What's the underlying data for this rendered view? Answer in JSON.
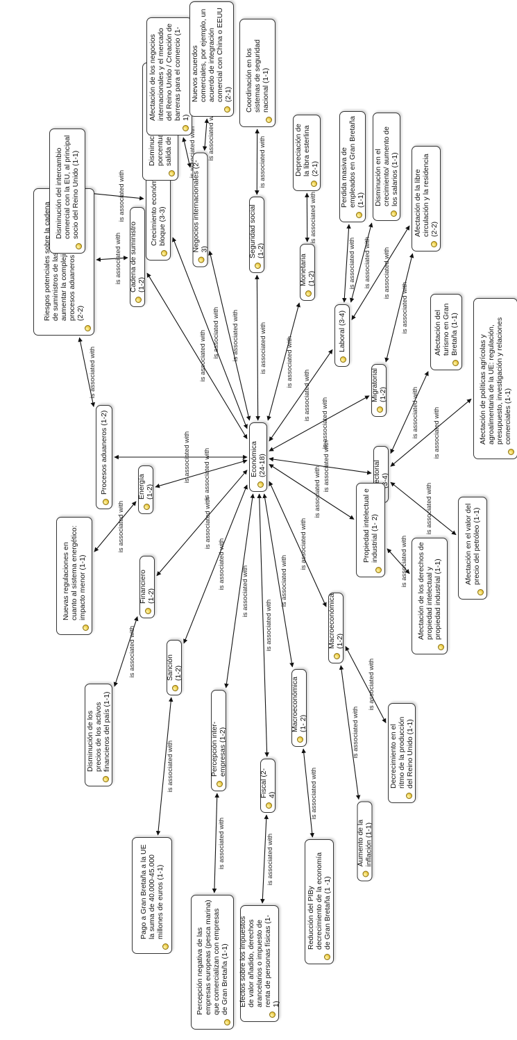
{
  "edge_label": "is associated with",
  "center": {
    "id": "eco",
    "label": "Económica (24-18)"
  },
  "nodes": [
    {
      "id": "proc",
      "label": "Procesos aduaneros (1-2)"
    },
    {
      "id": "ries",
      "label": "Riesgos potenciales sobre la cadena de suministros de las empresas al aumentar la complejidad de los procesos aduaneros y otros aspectos (2-2)"
    },
    {
      "id": "cad",
      "label": "Cadena de suministro (1-2)"
    },
    {
      "id": "crec",
      "label": "Crecimiento económico en bloque (3-3)"
    },
    {
      "id": "dint",
      "label": "Disminución del intercambio comercial con la EU, al principal socio del Reino Unido (1-1)"
    },
    {
      "id": "dcre",
      "label": "Disminución del crecimiento porcentual de la UE con la salida de Gran Bretaña (1-1)"
    },
    {
      "id": "neg",
      "label": "Negocios internacionales (2-3)"
    },
    {
      "id": "afneg",
      "label": "Afectación de los negocios internacionales y el mercado del Reino Unido / Creación de barreras para el comercio (1-1)"
    },
    {
      "id": "nuev",
      "label": "Nuevos acuerdos comerciales, por ejemplo, un acuerdo de integración comercial con China o EEUU (2-1)"
    },
    {
      "id": "seg",
      "label": "Seguridad social (1-2)"
    },
    {
      "id": "coord",
      "label": "Coordinación en los sistemas de seguridad nacional (1-1)"
    },
    {
      "id": "mon",
      "label": "Monetaria (1-2)"
    },
    {
      "id": "dep",
      "label": "Depreciación de la libra esterlina (2-1)"
    },
    {
      "id": "lab",
      "label": "Laboral (3-4)"
    },
    {
      "id": "perd",
      "label": "Perdida masiva de empleados en Gran Bretaña (1-1)"
    },
    {
      "id": "dsal",
      "label": "Disminución en el crecimiento/ aumento de los salarios (1-1)"
    },
    {
      "id": "mig",
      "label": "Migratorial (1-2)"
    },
    {
      "id": "afres",
      "label": "Afectación  de la libre circulación y la residencia (2-2)"
    },
    {
      "id": "tur",
      "label": "Afectación  del turismo en Gran Bretaña (1-1)"
    },
    {
      "id": "sec",
      "label": "Sectorial (3-4)"
    },
    {
      "id": "agro",
      "label": "Afectación de políticas agrícolas y agroalimentaria de la UE: regulación, presupuesto, investigación y relaciones comerciales (1-1)"
    },
    {
      "id": "pet",
      "label": "Afectación  en el valor del precio del petróleo (1-1)"
    },
    {
      "id": "prop",
      "label": "Propiedad intelectual e industrial (1- 2)"
    },
    {
      "id": "afprop",
      "label": "Afectación de los derechos de propiedad intelectual y propiedad industrial (1-1)"
    },
    {
      "id": "macro2",
      "label": "Macroeconómica (1-2)"
    },
    {
      "id": "decr",
      "label": "Decrecimiento en el ritmo de la producción del Reino Unido (1-1)"
    },
    {
      "id": "infl",
      "label": "Aumento de la inflación (1-1)"
    },
    {
      "id": "macro1",
      "label": "Macroeconómica (1- 2)"
    },
    {
      "id": "pib",
      "label": "Reducción del PIBy decrecimiento de la economía de Gran Bretaña (1 -1)"
    },
    {
      "id": "fis",
      "label": "Fiscal (2-4)"
    },
    {
      "id": "efec",
      "label": "Efectos sobre los impuestos de valor añadido, derechos arancelarios o impuesto de renta de  personas físicas (1-1)"
    },
    {
      "id": "perc",
      "label": "Percepción inter-empresas (1-2)"
    },
    {
      "id": "pneg",
      "label": "Percepción negativa de las empresas europeas (pesca marina) que comercializan con empresas de Gran Bretaña (1-1)"
    },
    {
      "id": "san",
      "label": "Sanción (1-2)"
    },
    {
      "id": "pago",
      "label": "Pago a Gran Bretaña a la UE la suma de 40.000-45.000 millones de euros (1-1)"
    },
    {
      "id": "fin",
      "label": "Financiero (1-2)"
    },
    {
      "id": "dpre",
      "label": "Disminución de los precios de los activos financieros del país (1-1)"
    },
    {
      "id": "ene",
      "label": "Energía (1-2)"
    },
    {
      "id": "nreg",
      "label": "Nuevas regulaciones en cuanto al sistema energético: impacto menor (1-1)"
    }
  ],
  "edges": [
    [
      "eco",
      "proc"
    ],
    [
      "proc",
      "ries"
    ],
    [
      "eco",
      "cad"
    ],
    [
      "cad",
      "ries"
    ],
    [
      "eco",
      "crec"
    ],
    [
      "crec",
      "dint"
    ],
    [
      "crec",
      "dcre"
    ],
    [
      "eco",
      "neg"
    ],
    [
      "neg",
      "afneg"
    ],
    [
      "neg",
      "nuev"
    ],
    [
      "eco",
      "seg"
    ],
    [
      "seg",
      "coord"
    ],
    [
      "eco",
      "mon"
    ],
    [
      "mon",
      "dep"
    ],
    [
      "eco",
      "lab"
    ],
    [
      "lab",
      "perd"
    ],
    [
      "lab",
      "dsal"
    ],
    [
      "lab",
      "afres"
    ],
    [
      "eco",
      "mig"
    ],
    [
      "mig",
      "afres"
    ],
    [
      "eco",
      "sec"
    ],
    [
      "sec",
      "tur"
    ],
    [
      "sec",
      "agro"
    ],
    [
      "sec",
      "pet"
    ],
    [
      "eco",
      "prop"
    ],
    [
      "prop",
      "afprop"
    ],
    [
      "eco",
      "macro2"
    ],
    [
      "macro2",
      "decr"
    ],
    [
      "macro2",
      "infl"
    ],
    [
      "eco",
      "macro1"
    ],
    [
      "macro1",
      "pib"
    ],
    [
      "eco",
      "fis"
    ],
    [
      "fis",
      "efec"
    ],
    [
      "eco",
      "perc"
    ],
    [
      "perc",
      "pneg"
    ],
    [
      "eco",
      "san"
    ],
    [
      "san",
      "pago"
    ],
    [
      "eco",
      "fin"
    ],
    [
      "fin",
      "dpre"
    ],
    [
      "eco",
      "ene"
    ],
    [
      "ene",
      "nreg"
    ]
  ]
}
